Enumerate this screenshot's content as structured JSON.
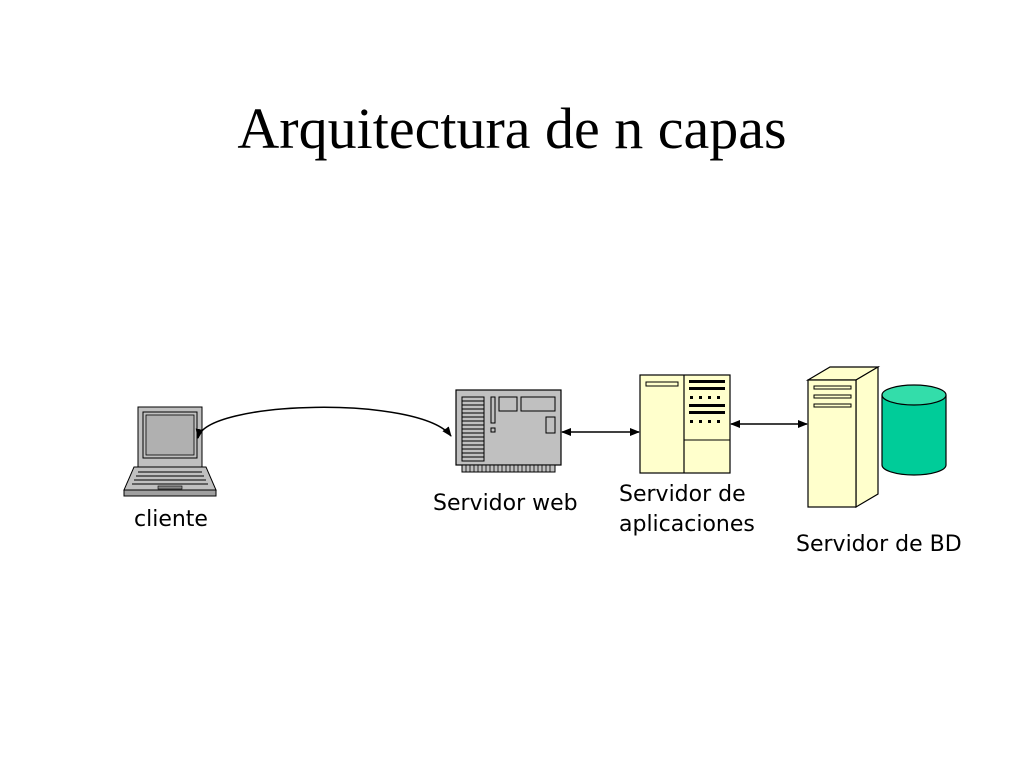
{
  "title": "Arquitectura de n capas",
  "nodes": {
    "client": {
      "label": "cliente",
      "icon": "laptop-icon"
    },
    "web": {
      "label": "Servidor web",
      "icon": "web-server-icon"
    },
    "app": {
      "label_line1": "Servidor de",
      "label_line2": "aplicaciones",
      "icon": "application-server-icon"
    },
    "db": {
      "label": "Servidor de BD",
      "icon": "database-server-icon"
    }
  },
  "connections": [
    {
      "from": "cliente",
      "to": "Servidor web",
      "style": "curved bidirectional arrow"
    },
    {
      "from": "Servidor web",
      "to": "Servidor de aplicaciones",
      "style": "bidirectional arrow"
    },
    {
      "from": "Servidor de aplicaciones",
      "to": "Servidor de BD",
      "style": "bidirectional arrow"
    }
  ],
  "colors": {
    "server_fill": "#FFFFCC",
    "web_server_fill": "#C0C0C0",
    "database_fill": "#00CC99",
    "stroke": "#000000",
    "background": "#FFFFFF"
  }
}
